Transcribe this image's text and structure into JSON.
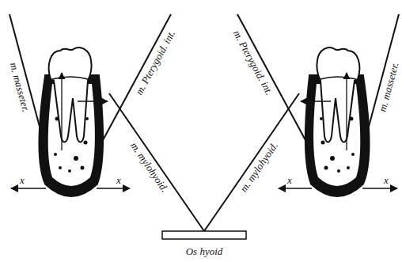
{
  "diagram": {
    "labels": [
      "m. masseter.",
      "m. Pterygoid. int.",
      "m. mylohyoid.",
      "x",
      "x",
      "m. mylohyoid.",
      "m. Pterygoid. int.",
      "m. masseter.",
      "x",
      "x",
      "Os hyoid"
    ]
  }
}
